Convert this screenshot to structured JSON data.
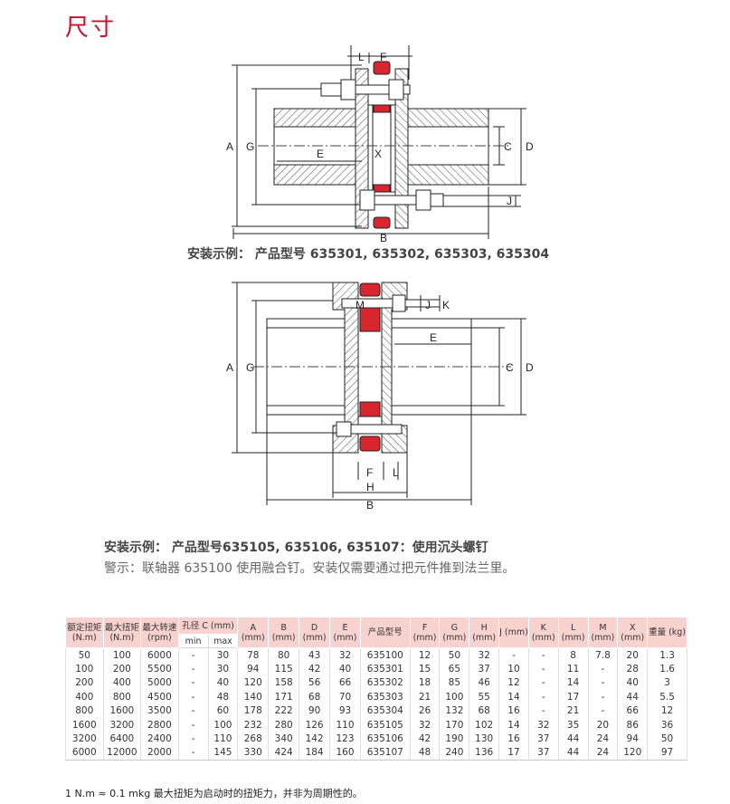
{
  "title": "尺寸",
  "diagram1": {
    "labels": {
      "L": "L",
      "F": "F",
      "A": "A",
      "G": "G",
      "E": "E",
      "X": "X",
      "C": "C",
      "D": "D",
      "J": "J",
      "B": "B"
    }
  },
  "caption1": "安装示例：  产品型号 635301, 635302, 635303, 635304",
  "diagram2": {
    "labels": {
      "M": "M",
      "J": "J",
      "K": "K",
      "A": "A",
      "G": "G",
      "E": "E",
      "C": "C",
      "D": "D",
      "F": "F",
      "L": "L",
      "H": "H",
      "B": "B"
    }
  },
  "caption2": "安装示例：  产品型号635105, 635106, 635107：使用沉头螺钉",
  "warning": "警示：联轴器 635100 使用融合钉。安装仅需要通过把元件推到法兰里。",
  "table": {
    "headers": {
      "rated_torque": "额定扭矩 (N.m)",
      "max_torque": "最大扭矩 (N.m)",
      "max_speed": "最大转速 (rpm)",
      "bore": "孔径 C (mm)",
      "min": "min",
      "max": "max",
      "A": "A (mm)",
      "B": "B (mm)",
      "D": "D (mm)",
      "E": "E (mm)",
      "model": "产品型号",
      "F": "F (mm)",
      "G": "G (mm)",
      "H": "H (mm)",
      "J": "J (mm)",
      "K": "K (mm)",
      "L": "L (mm)",
      "M": "M (mm)",
      "X": "X (mm)",
      "weight": "重量 (kg)"
    },
    "rows": [
      [
        "50",
        "100",
        "6000",
        "-",
        "30",
        "78",
        "80",
        "43",
        "32",
        "635100",
        "12",
        "50",
        "32",
        "-",
        "-",
        "8",
        "7.8",
        "20",
        "1.3"
      ],
      [
        "100",
        "200",
        "5500",
        "-",
        "30",
        "94",
        "115",
        "42",
        "40",
        "635301",
        "15",
        "65",
        "37",
        "10",
        "-",
        "11",
        "-",
        "28",
        "1.6"
      ],
      [
        "200",
        "400",
        "5000",
        "-",
        "40",
        "120",
        "158",
        "56",
        "66",
        "635302",
        "18",
        "85",
        "46",
        "12",
        "-",
        "14",
        "-",
        "40",
        "3"
      ],
      [
        "400",
        "800",
        "4500",
        "-",
        "48",
        "140",
        "171",
        "68",
        "70",
        "635303",
        "21",
        "100",
        "55",
        "14",
        "-",
        "17",
        "-",
        "44",
        "5.5"
      ],
      [
        "800",
        "1600",
        "3500",
        "-",
        "60",
        "178",
        "222",
        "90",
        "93",
        "635304",
        "26",
        "132",
        "68",
        "16",
        "-",
        "21",
        "-",
        "66",
        "12"
      ],
      [
        "1600",
        "3200",
        "2800",
        "-",
        "100",
        "232",
        "280",
        "126",
        "110",
        "635105",
        "32",
        "170",
        "102",
        "14",
        "32",
        "35",
        "20",
        "86",
        "36"
      ],
      [
        "3200",
        "6400",
        "2400",
        "-",
        "110",
        "268",
        "340",
        "142",
        "123",
        "635106",
        "42",
        "190",
        "130",
        "16",
        "37",
        "44",
        "24",
        "94",
        "50"
      ],
      [
        "6000",
        "12000",
        "2000",
        "-",
        "145",
        "330",
        "424",
        "184",
        "160",
        "635107",
        "48",
        "240",
        "136",
        "17",
        "37",
        "44",
        "24",
        "120",
        "97"
      ]
    ]
  },
  "footnote": "1 N.m ≈ 0.1 mkg  最大扭矩为启动时的扭矩力，并非为周期性的。",
  "colors": {
    "accent": "#c8102e",
    "element_red": "#d9262e",
    "header_bg": "#f7d2cf",
    "hatch": "#555555"
  }
}
